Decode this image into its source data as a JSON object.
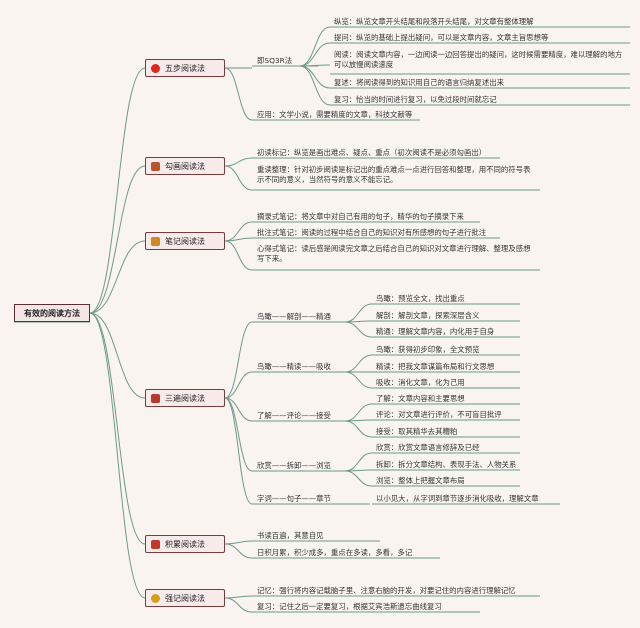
{
  "root": "有效的阅读方法",
  "colors": {
    "line": "#6a9a86",
    "node_border": "#7a3b3b",
    "node_bg": "#f7eaea",
    "bg": "#faf4f0"
  },
  "branches": [
    {
      "label": "五步阅读法",
      "icon": "red-flower-icon",
      "icon_color": "#e0261b",
      "sub": "即SQ3R法",
      "items": [
        "纵览：纵览文章开头结尾和段落开头结尾，对文章有整体理解",
        "提问：纵览的基础上提出疑问，可以是文章内容，文章主旨思想等",
        "阅读：阅读文章内容，一边阅读一边回答提出的疑问，这时候需要精度，难以理解的地方可以放慢阅读速度",
        "复述：将阅读得到的知识用自己的语言归纳复述出来",
        "复习：恰当的时间进行复习，以免过段时间就忘记"
      ],
      "extra": "应用：文学小说，需要精度的文章，科技文献等"
    },
    {
      "label": "勾画阅读法",
      "icon": "pen-icon",
      "icon_color": "#b8542a",
      "items": [
        "初读标记：纵览是画出难点、疑点、重点（初次阅读不是必须勾画出）",
        "重读整理：针对初步阅读是标记出的重点难点一点进行回答和整理，用不同的符号表示不同的意义，当然符号的意义不能忘记。"
      ]
    },
    {
      "label": "笔记阅读法",
      "icon": "notebook-icon",
      "icon_color": "#d08a22",
      "items": [
        "摘录式笔记：将文章中对自己有用的句子，精华的句子摘录下来",
        "批注式笔记：阅读的过程中结合自己的知识对有所感想的句子进行批注",
        "心得式笔记：读后感是阅读完文章之后结合自己的知识对文章进行理解、整理及感想写下来。"
      ]
    },
    {
      "label": "三遍阅读法",
      "icon": "books-icon",
      "icon_color": "#b83a2a",
      "groups": [
        {
          "label": "鸟瞰——解剖——精通",
          "items": [
            "鸟瞰：预览全文，找出重点",
            "解剖：解剖文章，探索深层含义",
            "精通：理解文章内容，内化用于自身"
          ]
        },
        {
          "label": "鸟瞰——精读——吸收",
          "items": [
            "鸟瞰：获得初步印象，全文预览",
            "精读：把我文章谋篇布局和行文思想",
            "吸收：消化文章，化为己用"
          ]
        },
        {
          "label": "了解——评论——接受",
          "items": [
            "了解：文章内容和主要思想",
            "评论：对文章进行评价，不可盲目批评",
            "接受：取其精华去其糟粕"
          ]
        },
        {
          "label": "欣赏——拆卸——浏览",
          "items": [
            "欣赏：欣赏文章语言修辞及已经",
            "拆卸：拆分文章结构、表现手法、人物关系",
            "浏览：整体上把握文章布局"
          ]
        },
        {
          "label": "字词——句子——章节",
          "items": [
            "以小见大，从字词到章节逐步消化吸收，理解文章"
          ]
        }
      ]
    },
    {
      "label": "积累阅读法",
      "icon": "stack-icon",
      "icon_color": "#c0392b",
      "items": [
        "书读百遍，其意自见",
        "日积月累，积少成多，重点在多读，多看，多记"
      ]
    },
    {
      "label": "强记阅读法",
      "icon": "brain-icon",
      "icon_color": "#d4a017",
      "items": [
        "记忆：强行将内容记载脑子里、注意右脑的开发，对要记住的内容进行理解记忆",
        "复习：记住之后一定要复习，根据艾宾浩斯遗忘曲线复习"
      ]
    }
  ]
}
